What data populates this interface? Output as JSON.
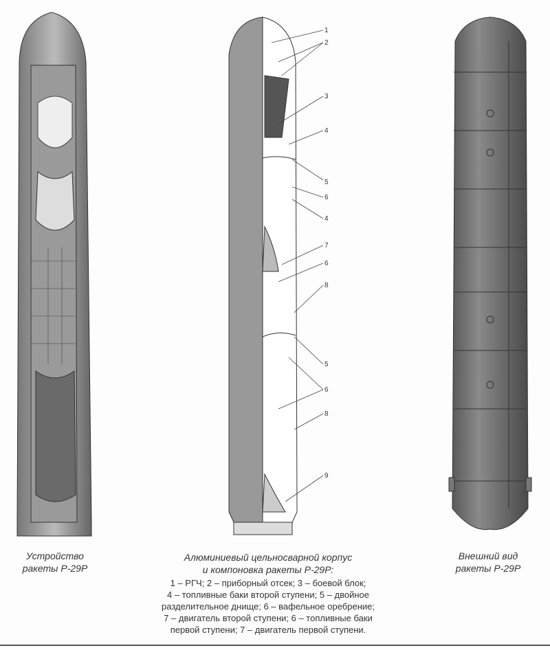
{
  "captions": {
    "left": [
      "Устройство",
      "ракеты Р-29Р"
    ],
    "center_title": [
      "Алюминиевый цельносварной корпус",
      "и компоновка ракеты Р-29Р:"
    ],
    "center_legend": [
      "1 – РГЧ; 2 – приборный отсек; 3 – боевой блок;",
      "4 – топливные баки второй ступени; 5 – двойное",
      "разделительное днище; 6 – вафельное оребрение;",
      "7 – двигатель второй ступени; 6 – топливные баки",
      "первой ступени; 7 – двигатель первой ступени."
    ],
    "right": [
      "Внешний вид",
      "ракеты Р-29Р"
    ]
  },
  "callouts": [
    "1",
    "2",
    "3",
    "4",
    "5",
    "6",
    "4",
    "7",
    "6",
    "8",
    "5",
    "6",
    "8",
    "9"
  ]
}
